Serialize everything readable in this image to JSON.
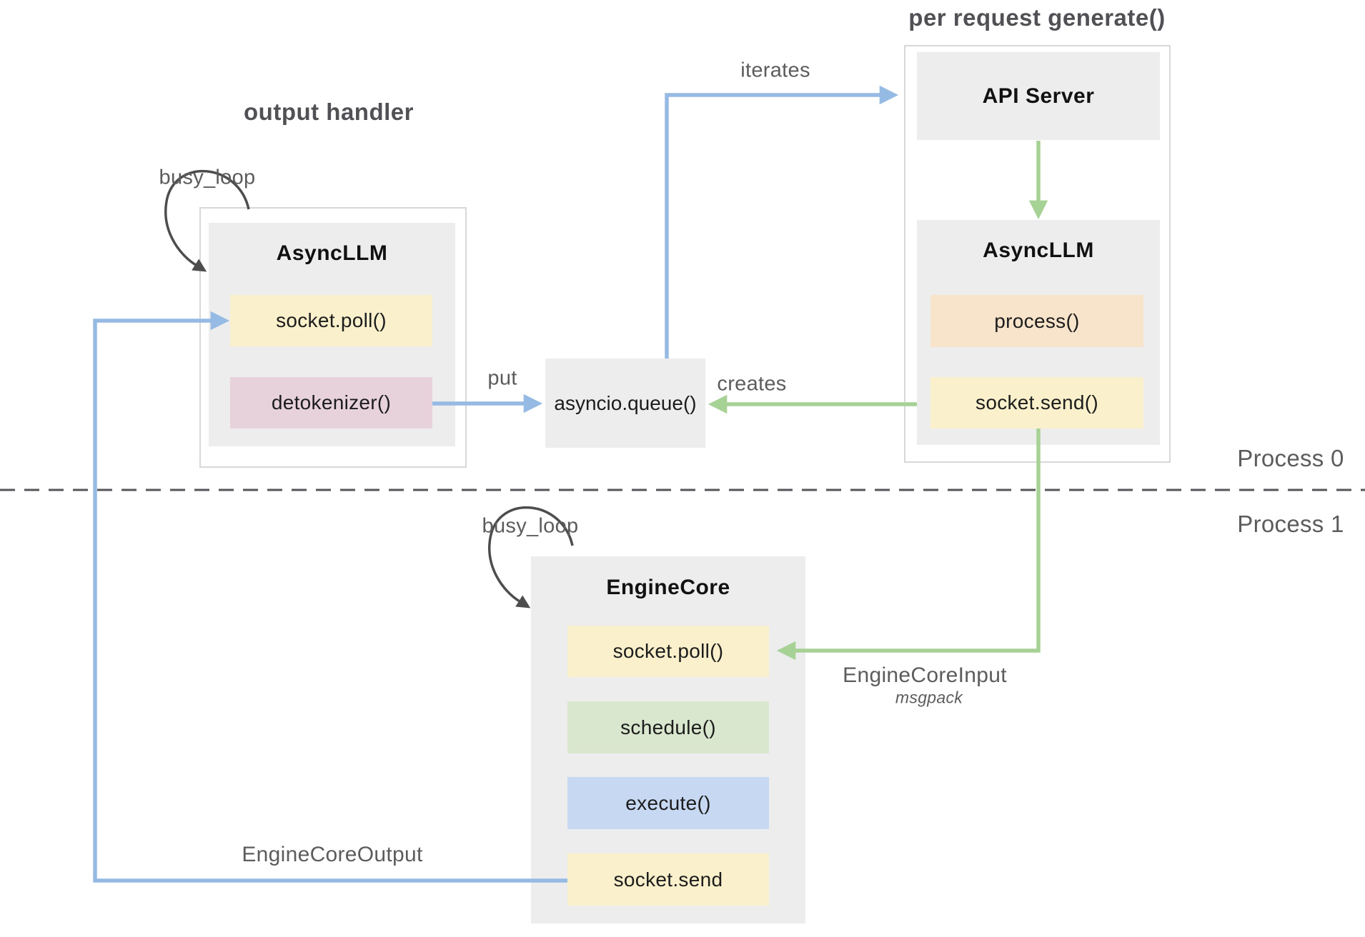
{
  "section_titles": {
    "output_handler": "output handler",
    "per_request_generate": "per request generate()"
  },
  "process_labels": {
    "process0": "Process 0",
    "process1": "Process 1"
  },
  "edge_labels": {
    "busy_loop_async": "busy_loop",
    "busy_loop_engine": "busy_loop",
    "iterates": "iterates",
    "put": "put",
    "creates": "creates",
    "engine_core_input": "EngineCoreInput",
    "engine_core_input_format": "msgpack",
    "engine_core_output": "EngineCoreOutput"
  },
  "async_llm_output": {
    "title": "AsyncLLM",
    "methods": [
      {
        "label": "socket.poll()",
        "color": "#faf0cb"
      },
      {
        "label": "detokenizer()",
        "color": "#e7d2dc"
      }
    ]
  },
  "api_group": {
    "api_server": "API Server",
    "async_llm": {
      "title": "AsyncLLM",
      "methods": [
        {
          "label": "process()",
          "color": "#f8e3cb"
        },
        {
          "label": "socket.send()",
          "color": "#faf0cb"
        }
      ]
    }
  },
  "queue": {
    "label": "asyncio.queue()"
  },
  "engine_core": {
    "title": "EngineCore",
    "methods": [
      {
        "label": "socket.poll()",
        "color": "#faf0cb"
      },
      {
        "label": "schedule()",
        "color": "#d8e7ce"
      },
      {
        "label": "execute()",
        "color": "#c7d8f2"
      },
      {
        "label": "socket.send",
        "color": "#faf0cb"
      }
    ]
  },
  "colors": {
    "blue_arrow": "#95bae3",
    "green_arrow": "#a7d295",
    "loop_arrow": "#4d4d4d",
    "divider": "#55555a",
    "panel_fill": "#ededee",
    "container_border": "#d8d8d8",
    "label_gray": "#5c5c5e"
  }
}
